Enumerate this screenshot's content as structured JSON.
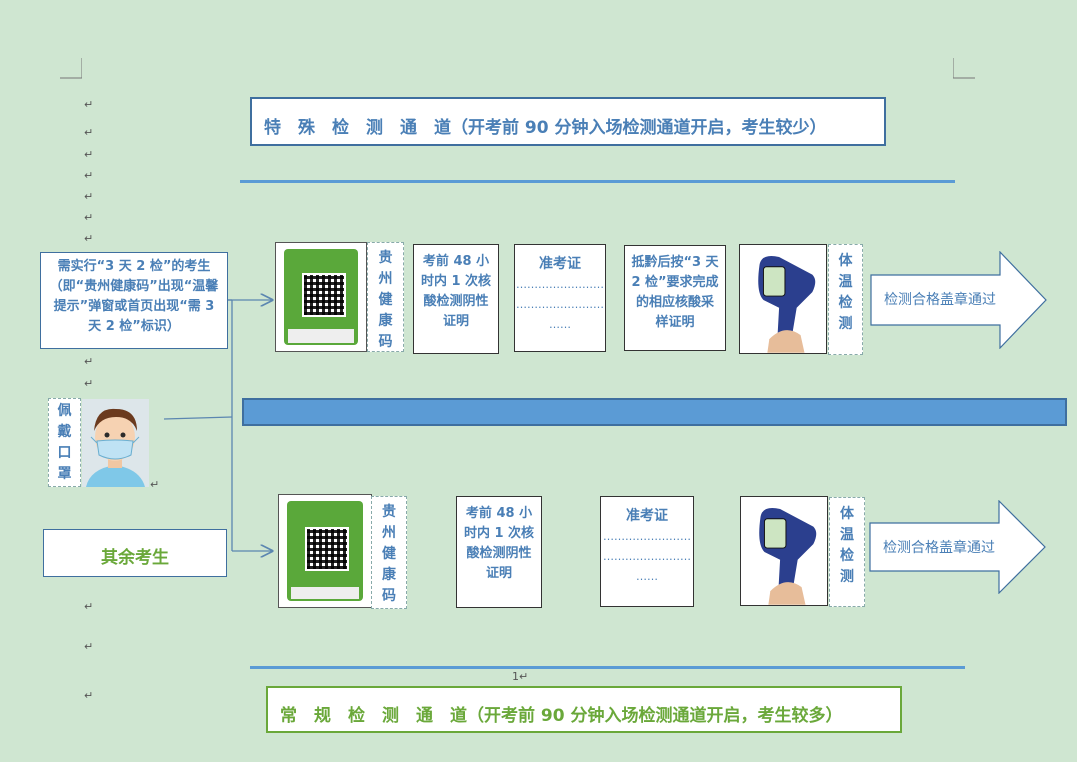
{
  "top_title": "特　殊　检　测　通　道（开考前 90 分钟入场检测通道开启，考生较少）",
  "bottom_title": "常　规　检　测　通　道（开考前 90 分钟入场检测通道开启，考生较多）",
  "para_mark": "↵",
  "cursor_mark": "1↵",
  "mask_label": [
    "佩",
    "戴",
    "口",
    "罩"
  ],
  "special_desc": "需实行“3 天 2 检”的考生（即“贵州健康码”出现“温馨提示”弹窗或首页出现“需 3 天 2 检”标识）",
  "other_label": "其余考生",
  "health_code_label": [
    "贵",
    "州",
    "健",
    "康",
    "码"
  ],
  "temp_label": [
    "体",
    "温",
    "检",
    "测"
  ],
  "nucleic_box": "考前 48 小时内 1 次核酸检测阴性证明",
  "admission_box": {
    "title": "准考证",
    "dots1": "……………………",
    "dots2": "……………………",
    "dots3": "……"
  },
  "arrival_box": "抵黔后按“3 天 2 检”要求完成的相应核酸采样证明",
  "pass_text": "检测合格盖章通过",
  "colors": {
    "background": "#cfe6d1",
    "blue": "#4a7fb6",
    "green": "#6aa83a",
    "band": "#5b9bd5"
  }
}
